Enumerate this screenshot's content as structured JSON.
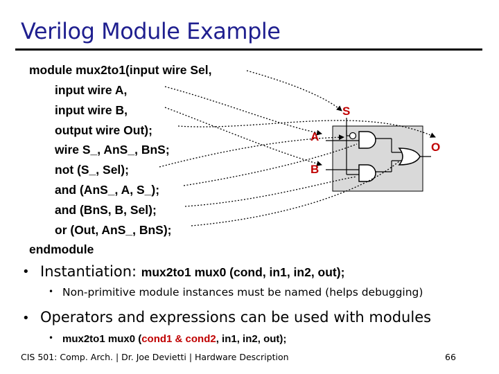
{
  "slide": {
    "title": "Verilog Module Example",
    "code_lines": [
      "module mux2to1(input wire Sel,",
      "input wire A,",
      "input wire B,",
      "output wire Out);",
      "wire S_, AnS_, BnS;",
      "not (S_, Sel);",
      "and (AnS_, A, S_);",
      "and (BnS, B, Sel);",
      "or (Out, AnS_, BnS);",
      "endmodule"
    ],
    "diagram": {
      "label_s": "S",
      "label_a": "A",
      "label_b": "B",
      "label_o": "O",
      "box_color": "#d9d9d9"
    },
    "bullet1": {
      "text": "Instantiation: ",
      "code": "mux2to1 mux0 (cond, in1, in2, out);"
    },
    "sub_bullet1": "Non-primitive module instances must be named (helps debugging)",
    "bullet2": "Operators and expressions can be used with modules",
    "sub_bullet2": {
      "prefix": "mux2to1 mux0 (",
      "highlight": "cond1 & cond2",
      "suffix": ", in1, in2, out);"
    },
    "footer": "CIS 501: Comp. Arch.  |  Dr. Joe Devietti  |  Hardware Description",
    "page_number": "66",
    "colors": {
      "title": "#1f1f8f",
      "accent": "#c00000"
    }
  }
}
